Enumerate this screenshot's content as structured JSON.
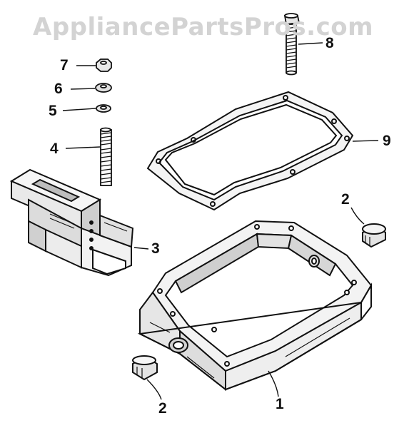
{
  "watermark": "AppliancePartsPros.com",
  "callouts": {
    "c1": "1",
    "c2a": "2",
    "c2b": "2",
    "c3": "3",
    "c4": "4",
    "c5": "5",
    "c6": "6",
    "c7": "7",
    "c8": "8",
    "c9": "9"
  },
  "colors": {
    "ink": "#111111",
    "watermark": "#d3d3d3",
    "shade": "#9a9a9a"
  }
}
